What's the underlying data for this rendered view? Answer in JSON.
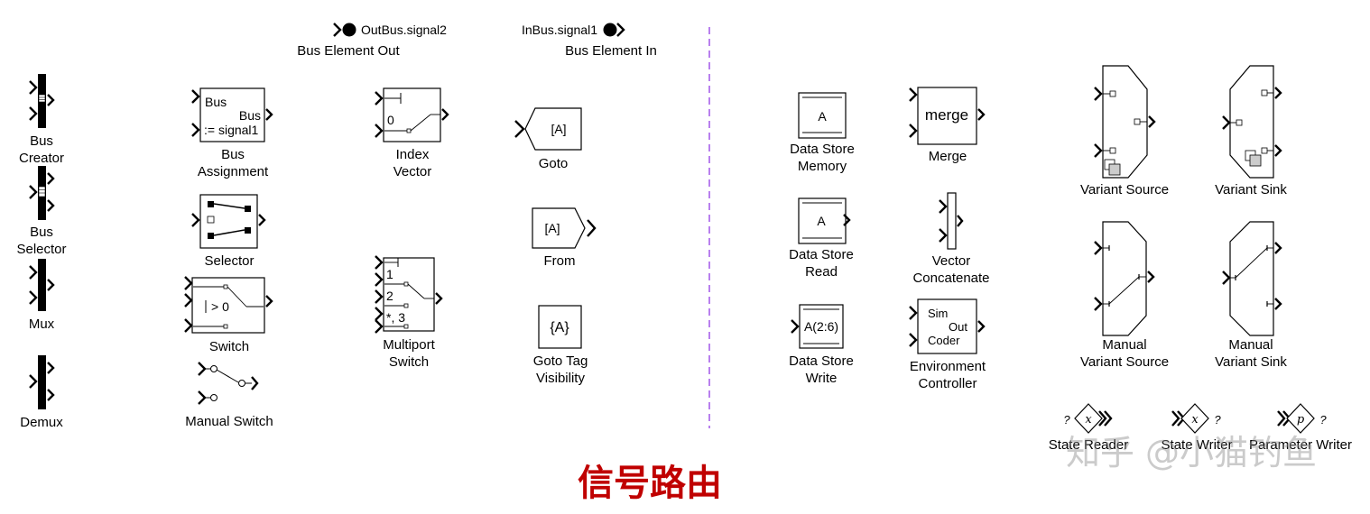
{
  "colors": {
    "title": "#c00000",
    "divider": "#8a2be2",
    "watermark": "#9a9a9a"
  },
  "title": "信号路由",
  "watermark": "知乎 @小猫钓鱼",
  "blocks": {
    "bus_creator": {
      "label_line1": "Bus",
      "label_line2": "Creator"
    },
    "bus_selector": {
      "label_line1": "Bus",
      "label_line2": "Selector"
    },
    "mux": {
      "label": "Mux"
    },
    "demux": {
      "label": "Demux"
    },
    "bus_assignment": {
      "label_line1": "Bus",
      "label_line2": "Assignment",
      "in1": "Bus",
      "out": "Bus",
      "in2": ":= signal1"
    },
    "selector": {
      "label": "Selector"
    },
    "switch": {
      "label": "Switch",
      "cond": "> 0"
    },
    "manual_switch": {
      "label": "Manual Switch"
    },
    "bus_element_out": {
      "signal": "OutBus.signal2",
      "label": "Bus Element Out"
    },
    "bus_element_in": {
      "signal": "InBus.signal1",
      "label": "Bus Element In"
    },
    "index_vector": {
      "label_line1": "Index",
      "label_line2": "Vector",
      "port0": "0"
    },
    "multiport_switch": {
      "label_line1": "Multiport",
      "label_line2": "Switch",
      "p1": "1",
      "p2": "2",
      "p3": "*, 3"
    },
    "goto": {
      "label": "Goto",
      "tag": "[A]"
    },
    "from": {
      "label": "From",
      "tag": "[A]"
    },
    "goto_tag_visibility": {
      "label_line1": "Goto Tag",
      "label_line2": "Visibility",
      "tag": "{A}"
    },
    "data_store_memory": {
      "label_line1": "Data Store",
      "label_line2": "Memory",
      "name": "A"
    },
    "data_store_read": {
      "label_line1": "Data Store",
      "label_line2": "Read",
      "name": "A"
    },
    "data_store_write": {
      "label_line1": "Data Store",
      "label_line2": "Write",
      "name": "A(2:6)"
    },
    "merge": {
      "label": "Merge",
      "text": "merge"
    },
    "vector_concatenate": {
      "label_line1": "Vector",
      "label_line2": "Concatenate"
    },
    "environment_controller": {
      "label_line1": "Environment",
      "label_line2": "Controller",
      "l1": "Sim",
      "l2": "Out",
      "l3": "Coder"
    },
    "variant_source": {
      "label": "Variant Source"
    },
    "variant_sink": {
      "label": "Variant Sink"
    },
    "manual_variant_source": {
      "label_line1": "Manual",
      "label_line2": "Variant Source"
    },
    "manual_variant_sink": {
      "label_line1": "Manual",
      "label_line2": "Variant Sink"
    },
    "state_reader": {
      "label": "State Reader",
      "symbol": "x",
      "q": "?"
    },
    "state_writer": {
      "label": "State Writer",
      "symbol": "x",
      "q": "?"
    },
    "parameter_writer": {
      "label": "Parameter Writer",
      "symbol": "p",
      "q": "?"
    }
  }
}
